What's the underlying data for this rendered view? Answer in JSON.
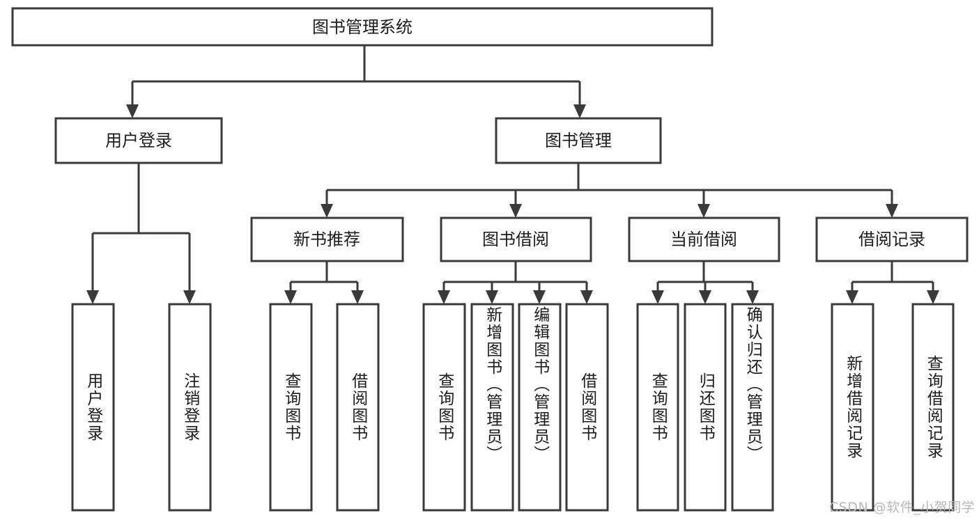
{
  "diagram": {
    "title": "图书管理系统",
    "type": "tree-hierarchy",
    "watermark": "CSDN @软件_小贺同学",
    "colors": {
      "stroke": "#3a3a3a",
      "fill": "#ffffff",
      "text": "#1c1c1c",
      "watermark": "#b9b9b9",
      "background": "#ffffff"
    }
  },
  "nodes": {
    "root": {
      "label": "图书管理系统"
    },
    "level2": [
      {
        "id": "user-login",
        "label": "用户登录"
      },
      {
        "id": "book-manage",
        "label": "图书管理"
      }
    ],
    "level3": [
      {
        "id": "new-book-recommend",
        "label": "新书推荐"
      },
      {
        "id": "book-borrow",
        "label": "图书借阅"
      },
      {
        "id": "current-borrow",
        "label": "当前借阅"
      },
      {
        "id": "borrow-record",
        "label": "借阅记录"
      }
    ],
    "leaves": [
      {
        "id": "leaf-user-login",
        "label": "用户登录",
        "parent": "user-login"
      },
      {
        "id": "leaf-user-logout",
        "label": "注销登录",
        "parent": "user-login"
      },
      {
        "id": "leaf-query-book-1",
        "label": "查询图书",
        "parent": "new-book-recommend"
      },
      {
        "id": "leaf-borrow-book-1",
        "label": "借阅图书",
        "parent": "new-book-recommend"
      },
      {
        "id": "leaf-query-book-2",
        "label": "查询图书",
        "parent": "book-borrow"
      },
      {
        "id": "leaf-add-book",
        "label": "新增图书（管理员）",
        "parent": "book-borrow"
      },
      {
        "id": "leaf-edit-book",
        "label": "编辑图书（管理员）",
        "parent": "book-borrow"
      },
      {
        "id": "leaf-borrow-book-2",
        "label": "借阅图书",
        "parent": "book-borrow"
      },
      {
        "id": "leaf-query-book-3",
        "label": "查询图书",
        "parent": "current-borrow"
      },
      {
        "id": "leaf-return-book",
        "label": "归还图书",
        "parent": "current-borrow"
      },
      {
        "id": "leaf-confirm-return",
        "label": "确认归还（管理员）",
        "parent": "current-borrow"
      },
      {
        "id": "leaf-add-record",
        "label": "新增借阅记录",
        "parent": "borrow-record"
      },
      {
        "id": "leaf-query-record",
        "label": "查询借阅记录",
        "parent": "borrow-record"
      }
    ]
  }
}
